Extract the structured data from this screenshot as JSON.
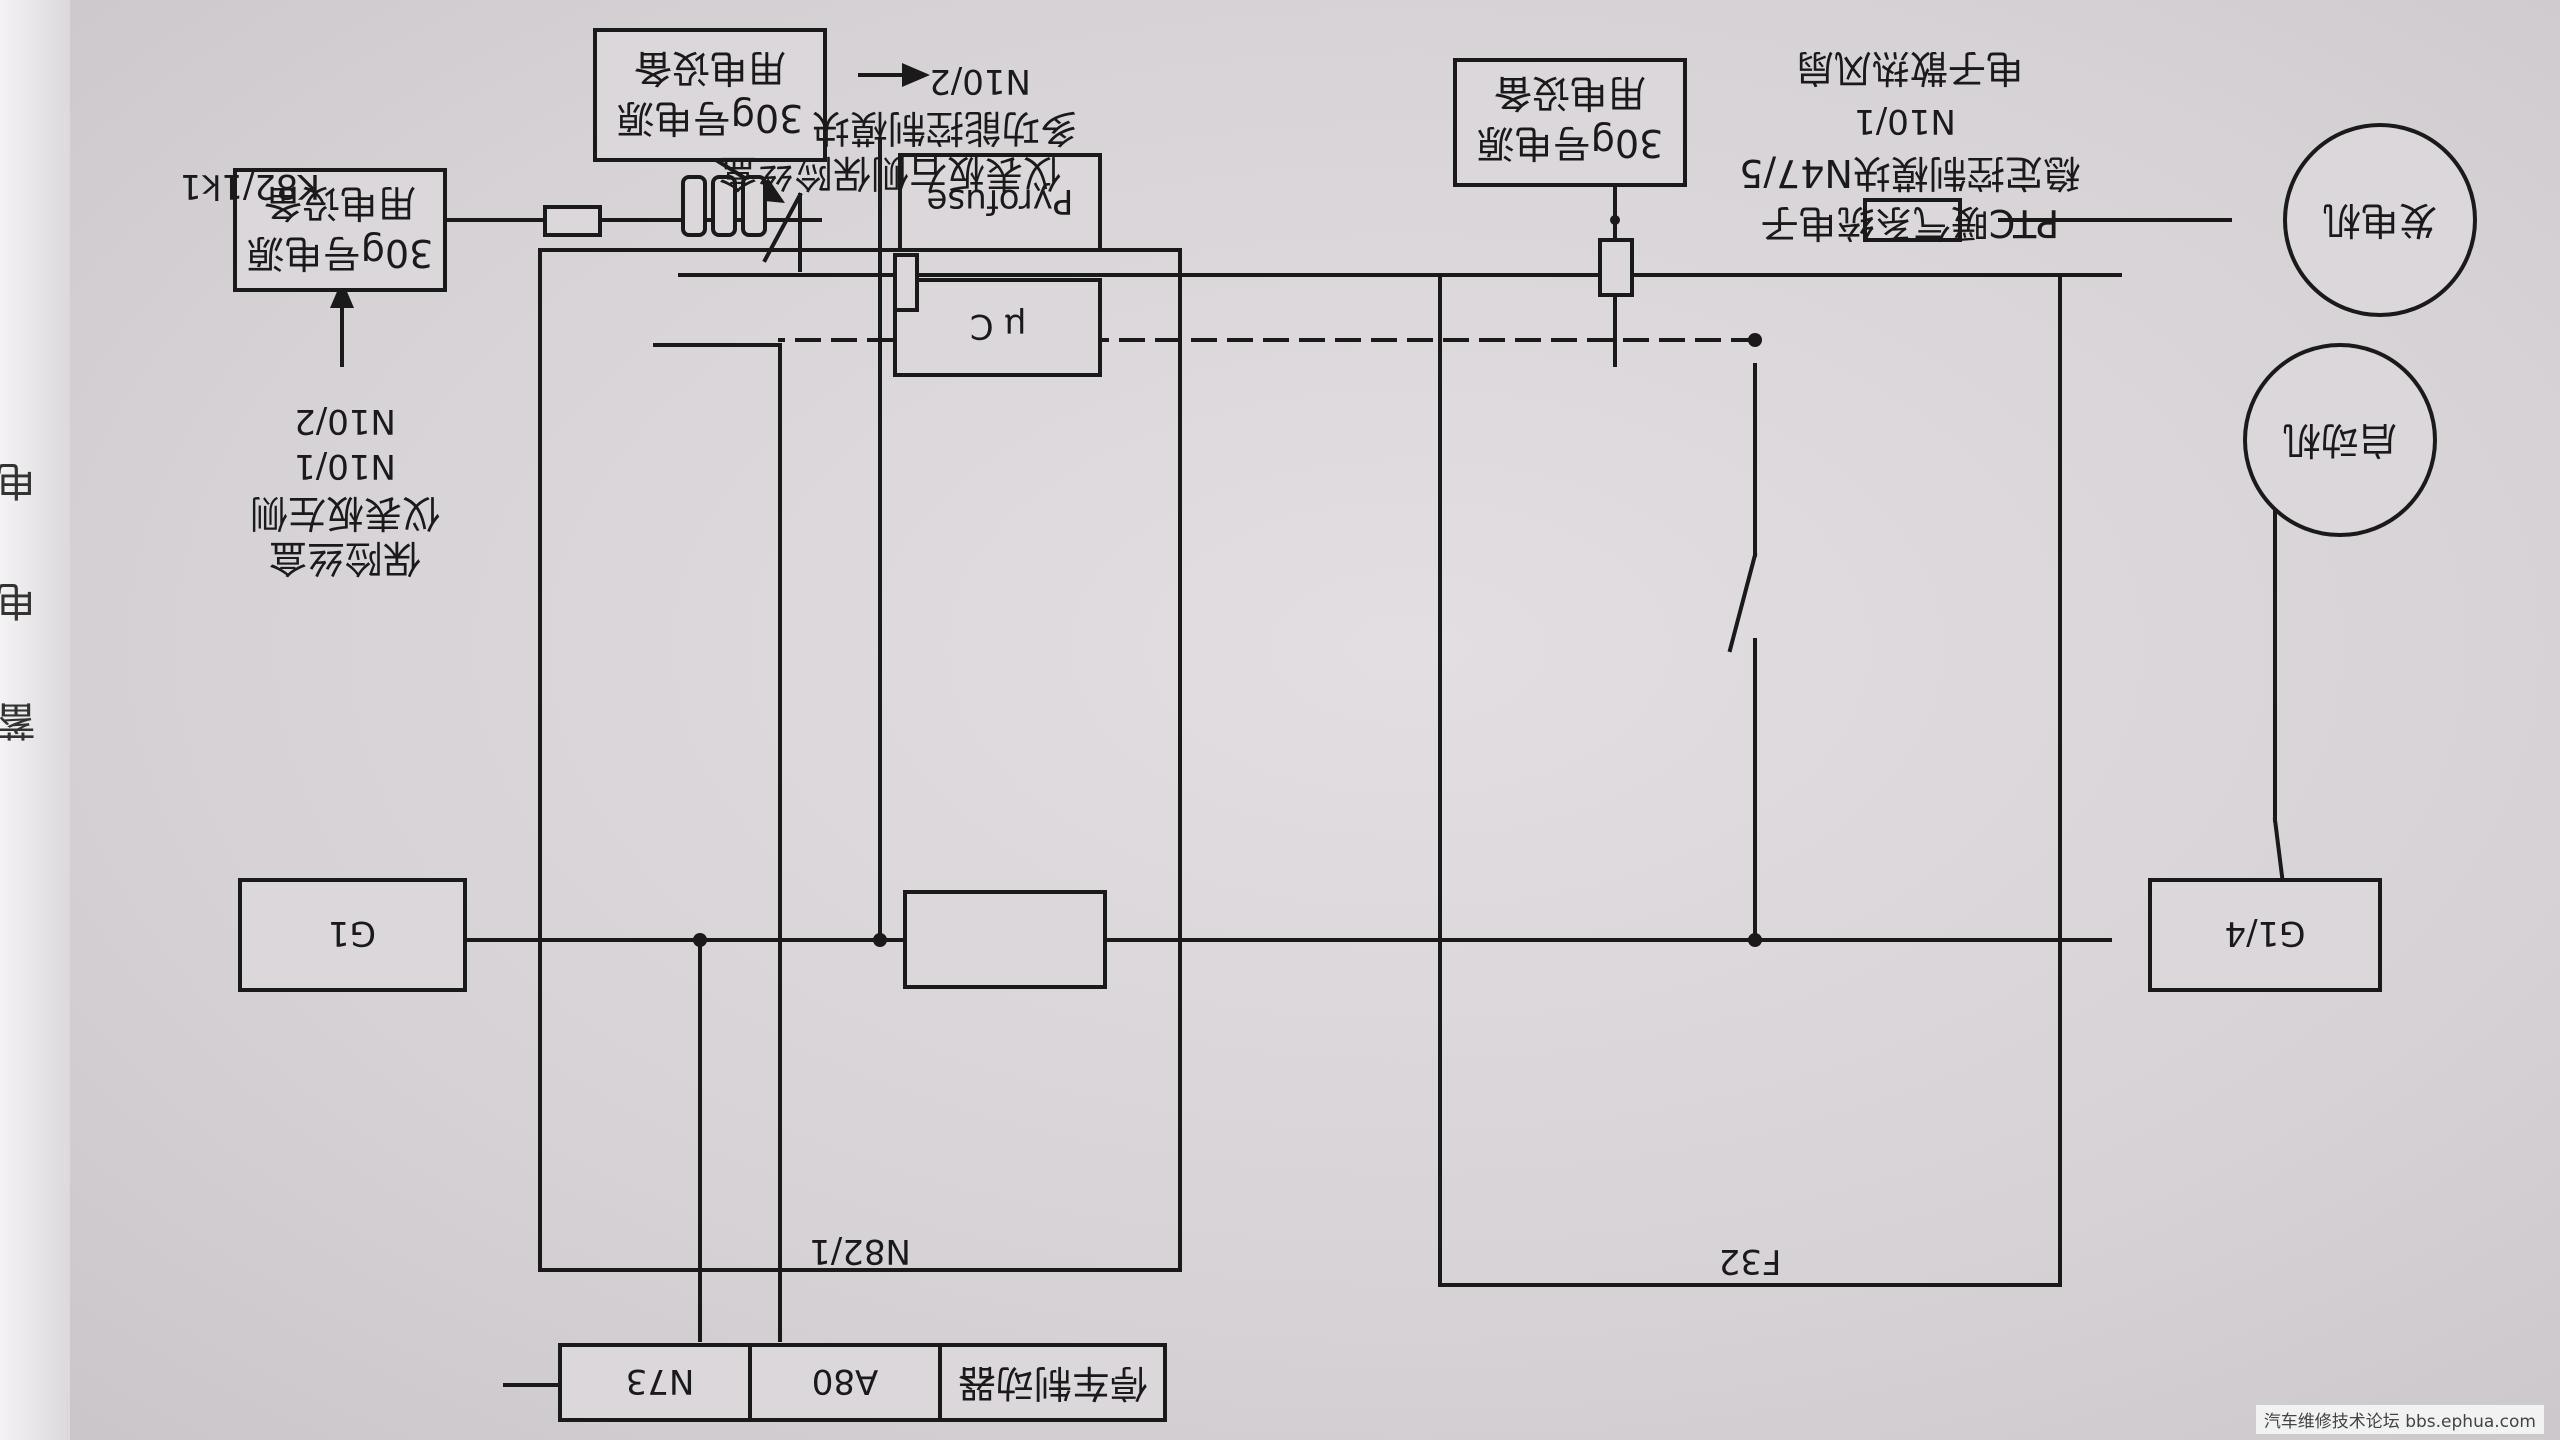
{
  "diagram": {
    "boxes": {
      "n82": "N82/1",
      "f32": "F32",
      "pyrofuse": "Pyrofuse",
      "uc": "μ C",
      "g1": "G1",
      "g1_4": "G1/4",
      "n73": "N73",
      "a80": "A80",
      "parking_brake": "停车制动器",
      "power30_left_line1": "30g号电源",
      "power30_left_line2": "用电设备",
      "power30_mid_line1": "30g号电源",
      "power30_mid_line2": "用电设备",
      "power30_right_line1": "30g号电源",
      "power30_right_line2": "用电设备"
    },
    "circles": {
      "generator": "发电机",
      "starter": "启动机"
    },
    "labels": {
      "k82": "K82/1k1",
      "left_n10_2": "N10/2",
      "left_n10_1": "N10/1",
      "left_fuse_line1": "仪表板左侧",
      "left_fuse_line2": "保险丝盒",
      "mid_n10_2": "N10/2",
      "mid_module": "多功能控制模块",
      "mid_fuse": "仪表板右侧保险丝盒",
      "right_n10_1": "N10/1",
      "right_fan": "电子散热风扇",
      "right_n47_line1": "稳定控制模块N47/5",
      "right_n47_line2": "PTC暖气系统电子"
    }
  },
  "page_edge": {
    "glyphs": "蓄 电 电"
  },
  "watermark": "汽车维修技术论坛 bbs.ephua.com",
  "colors": {
    "ink": "#1a1a1a",
    "paper": "#d6d2d6"
  }
}
